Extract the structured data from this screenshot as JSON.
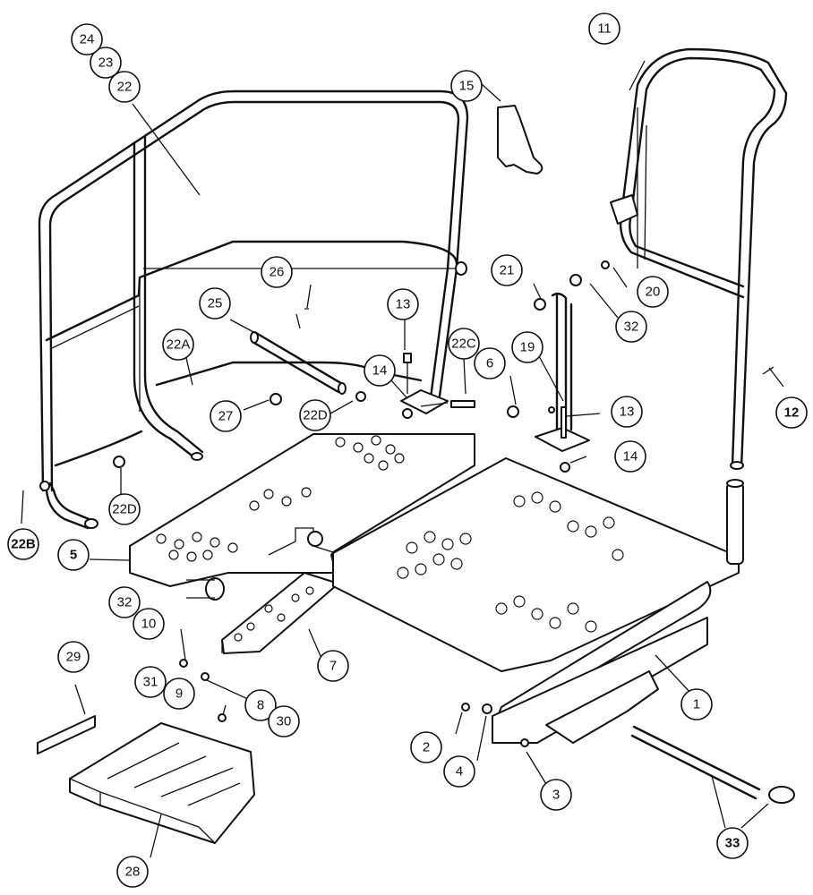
{
  "callouts": [
    {
      "id": "c1",
      "label": "1",
      "bold": false
    },
    {
      "id": "c2",
      "label": "2",
      "bold": false
    },
    {
      "id": "c3",
      "label": "3",
      "bold": false
    },
    {
      "id": "c4",
      "label": "4",
      "bold": false
    },
    {
      "id": "c5",
      "label": "5",
      "bold": true
    },
    {
      "id": "c6",
      "label": "6",
      "bold": false
    },
    {
      "id": "c7",
      "label": "7",
      "bold": false
    },
    {
      "id": "c8",
      "label": "8",
      "bold": false
    },
    {
      "id": "c9",
      "label": "9",
      "bold": false
    },
    {
      "id": "c10",
      "label": "10",
      "bold": false
    },
    {
      "id": "c11",
      "label": "11",
      "bold": false
    },
    {
      "id": "c12",
      "label": "12",
      "bold": true
    },
    {
      "id": "c13a",
      "label": "13",
      "bold": false
    },
    {
      "id": "c13b",
      "label": "13",
      "bold": false
    },
    {
      "id": "c14a",
      "label": "14",
      "bold": false
    },
    {
      "id": "c14b",
      "label": "14",
      "bold": false
    },
    {
      "id": "c15",
      "label": "15",
      "bold": false
    },
    {
      "id": "c19",
      "label": "19",
      "bold": false
    },
    {
      "id": "c20",
      "label": "20",
      "bold": false
    },
    {
      "id": "c21",
      "label": "21",
      "bold": false
    },
    {
      "id": "c22",
      "label": "22",
      "bold": false
    },
    {
      "id": "c22a",
      "label": "22A",
      "bold": false
    },
    {
      "id": "c22b",
      "label": "22B",
      "bold": true
    },
    {
      "id": "c22c",
      "label": "22C",
      "bold": false
    },
    {
      "id": "c22d1",
      "label": "22D",
      "bold": false
    },
    {
      "id": "c22d2",
      "label": "22D",
      "bold": false
    },
    {
      "id": "c23",
      "label": "23",
      "bold": false
    },
    {
      "id": "c24",
      "label": "24",
      "bold": false
    },
    {
      "id": "c25",
      "label": "25",
      "bold": false
    },
    {
      "id": "c26",
      "label": "26",
      "bold": false
    },
    {
      "id": "c27",
      "label": "27",
      "bold": false
    },
    {
      "id": "c28",
      "label": "28",
      "bold": false
    },
    {
      "id": "c29",
      "label": "29",
      "bold": false
    },
    {
      "id": "c30",
      "label": "30",
      "bold": false
    },
    {
      "id": "c31",
      "label": "31",
      "bold": false
    },
    {
      "id": "c32a",
      "label": "32",
      "bold": false
    },
    {
      "id": "c32b",
      "label": "32",
      "bold": false
    },
    {
      "id": "c33",
      "label": "33",
      "bold": true
    }
  ]
}
